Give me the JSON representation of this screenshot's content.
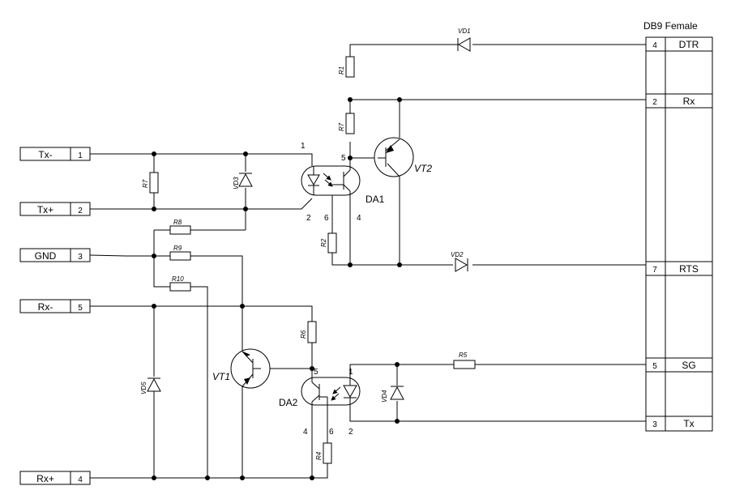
{
  "connector_title": "DB9 Female",
  "left_connector": [
    {
      "label": "Tx-",
      "pin": "1"
    },
    {
      "label": "Tx+",
      "pin": "2"
    },
    {
      "label": "GND",
      "pin": "3"
    },
    {
      "label": "Rx-",
      "pin": "5"
    },
    {
      "label": "Rx+",
      "pin": "4"
    }
  ],
  "db9_pins": [
    {
      "pin": "4",
      "label": "DTR"
    },
    {
      "pin": "2",
      "label": "Rx"
    },
    {
      "pin": "7",
      "label": "RTS"
    },
    {
      "pin": "5",
      "label": "SG"
    },
    {
      "pin": "3",
      "label": "Tx"
    }
  ],
  "components": {
    "R1": "R1",
    "R2": "R2",
    "R4": "R4",
    "R5": "R5",
    "R6": "R6",
    "R7": "R7",
    "R7b": "R7",
    "R8": "R8",
    "R9": "R9",
    "R10": "R10",
    "VD1": "VD1",
    "VD2": "VD2",
    "VD3": "VD3",
    "VD4": "VD4",
    "VD5": "VD5",
    "VT1": "VT1",
    "VT2": "VT2",
    "DA1": "DA1",
    "DA2": "DA2"
  },
  "opto_pins": {
    "da1_1": "1",
    "da1_2": "2",
    "da1_5": "5",
    "da1_6": "6",
    "da1_4": "4",
    "da2_5": "5",
    "da2_1": "1",
    "da2_4": "4",
    "da2_6": "6",
    "da2_2": "2"
  }
}
